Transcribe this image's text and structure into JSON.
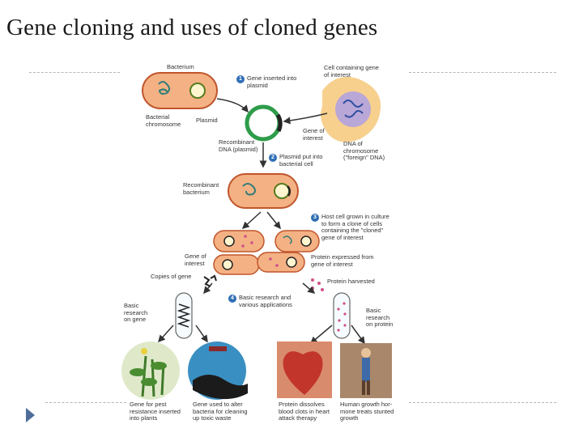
{
  "title": "Gene cloning and uses of cloned genes",
  "labels": {
    "bacterium": "Bacterium",
    "cell_gene": "Cell containing gene\nof interest",
    "step1": "Gene inserted into\nplasmid",
    "bact_chrom": "Bacterial\nchromosome",
    "plasmid": "Plasmid",
    "gene_of_interest_1": "Gene of\ninterest",
    "dna_of_chrom": "DNA of\nchromosome\n(\"foreign\" DNA)",
    "recombinant_dna": "Recombinant\nDNA (plasmid)",
    "step2": "Plasmid put into\nbacterial cell",
    "recombinant_bact": "Recombinant\nbacterium",
    "step3": "Host cell grown in culture\nto form a clone of cells\ncontaining the \"cloned\"\ngene of interest",
    "gene_of_interest_2": "Gene of\ninterest",
    "protein_expressed": "Protein expressed from\ngene of interest",
    "copies_gene": "Copies of gene",
    "protein_harvested": "Protein harvested",
    "step4": "Basic research and\nvarious applications",
    "basic_gene": "Basic\nresearch\non gene",
    "basic_protein": "Basic\nresearch\non protein",
    "use1": "Gene for pest\nresistance inserted\ninto plants",
    "use2": "Gene used to alter\nbacteria for cleaning\nup toxic waste",
    "use3": "Protein dissolves\nblood clots in heart\nattack therapy",
    "use4": "Human growth hor-\nmone treats stunted\ngrowth"
  },
  "steps": [
    "1",
    "2",
    "3",
    "4"
  ]
}
